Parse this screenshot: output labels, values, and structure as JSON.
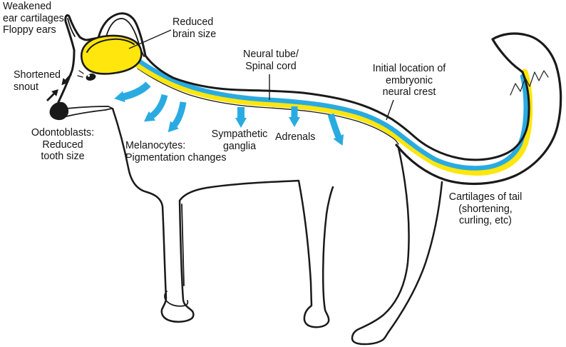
{
  "colors": {
    "arrow_blue": "#29ABE2",
    "highlight_yellow": "#FFE60D",
    "line_black": "#1A1A1A",
    "background": "#FFFFFF"
  },
  "labels": {
    "ear": {
      "lines": [
        "Weakened",
        "ear cartilages:",
        "Floppy ears"
      ]
    },
    "snout": {
      "lines": [
        "Shortened",
        "snout"
      ]
    },
    "odontoblasts": {
      "lines": [
        "Odontoblasts:",
        "Reduced",
        "tooth size"
      ]
    },
    "brain": {
      "lines": [
        "Reduced",
        "brain size"
      ]
    },
    "melanocytes": {
      "lines": [
        "Melanocytes:",
        "Pigmentation changes"
      ]
    },
    "neural_tube": {
      "lines": [
        "Neural tube/",
        "Spinal cord"
      ]
    },
    "sympathetic": {
      "lines": [
        "Sympathetic",
        "ganglia"
      ]
    },
    "adrenals": {
      "lines": [
        "Adrenals"
      ]
    },
    "neural_crest": {
      "lines": [
        "Initial location of",
        "embryonic",
        "neural crest"
      ]
    },
    "tail": {
      "lines": [
        "Cartilages of tail",
        "(shortening,",
        "curling, etc)"
      ]
    }
  }
}
